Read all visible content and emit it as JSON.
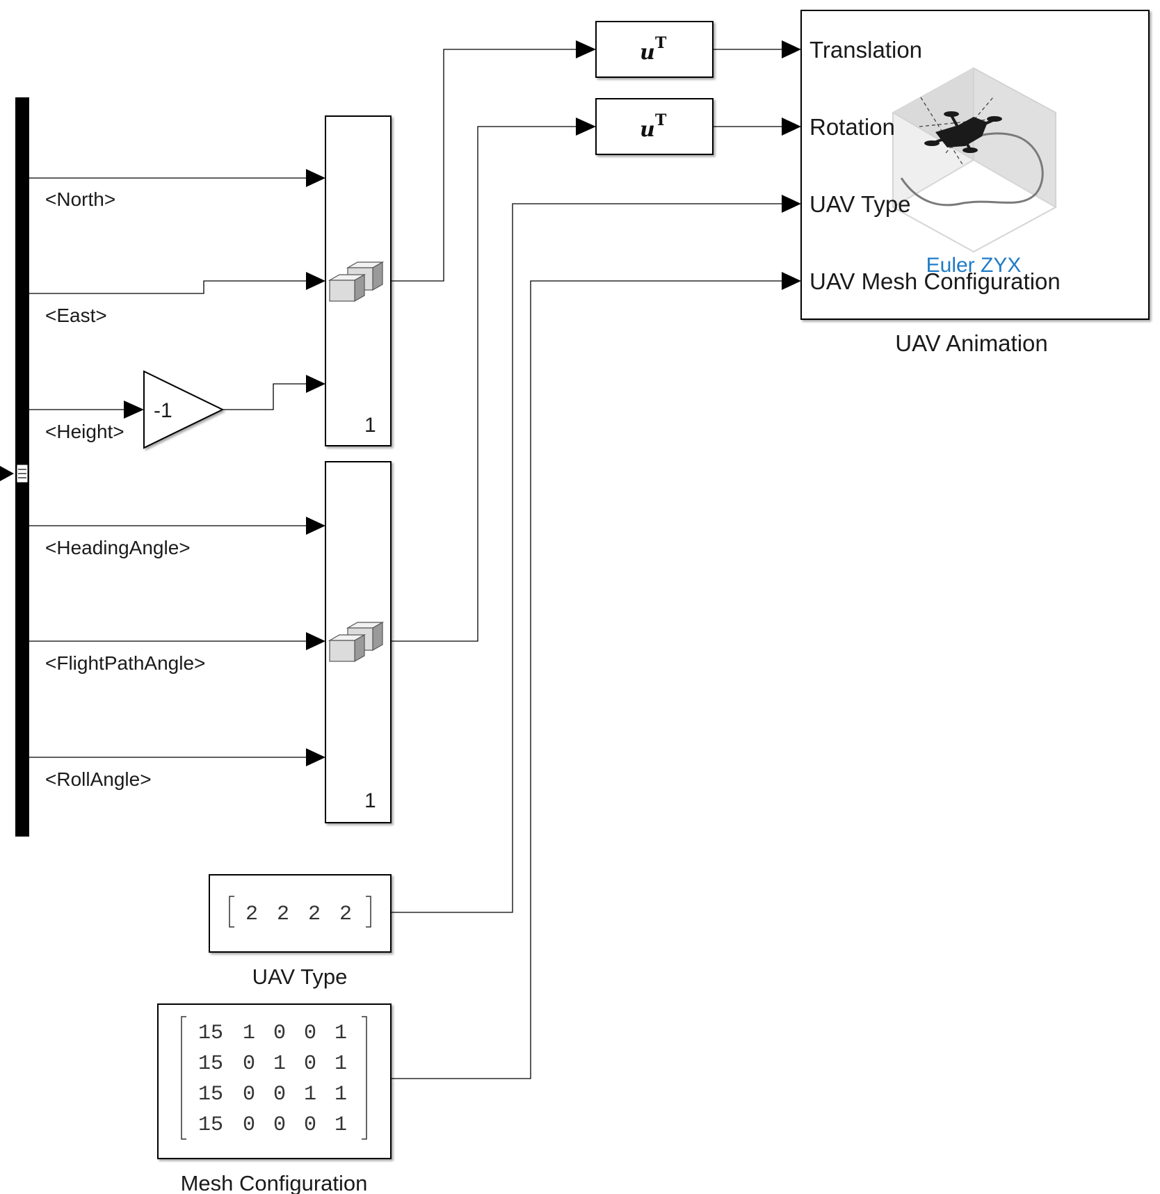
{
  "colors": {
    "euler": "#1f7bc7"
  },
  "bus_signals": [
    "<North>",
    "<East>",
    "<Height>",
    "<HeadingAngle>",
    "<FlightPathAngle>",
    "<RollAngle>"
  ],
  "gain": {
    "value": "-1"
  },
  "concat_blocks": [
    {
      "dimension_label": "1"
    },
    {
      "dimension_label": "1"
    }
  ],
  "transpose_blocks": [
    {
      "base": "u",
      "superscript": "T"
    },
    {
      "base": "u",
      "superscript": "T"
    }
  ],
  "uav_type_block": {
    "values": [
      "2",
      "2",
      "2",
      "2"
    ],
    "label": "UAV Type"
  },
  "mesh_config_block": {
    "rows": [
      [
        "15",
        "1",
        "0",
        "0",
        "1"
      ],
      [
        "15",
        "0",
        "1",
        "0",
        "1"
      ],
      [
        "15",
        "0",
        "0",
        "1",
        "1"
      ],
      [
        "15",
        "0",
        "0",
        "0",
        "1"
      ]
    ],
    "label": "Mesh Configuration"
  },
  "uav_animation": {
    "label": "UAV Animation",
    "ports": [
      "Translation",
      "Rotation",
      "UAV Type",
      "UAV Mesh Configuration"
    ],
    "euler_label": "Euler ZYX",
    "icons": [
      "quadcopter-icon",
      "3d-axes-box-icon"
    ]
  }
}
